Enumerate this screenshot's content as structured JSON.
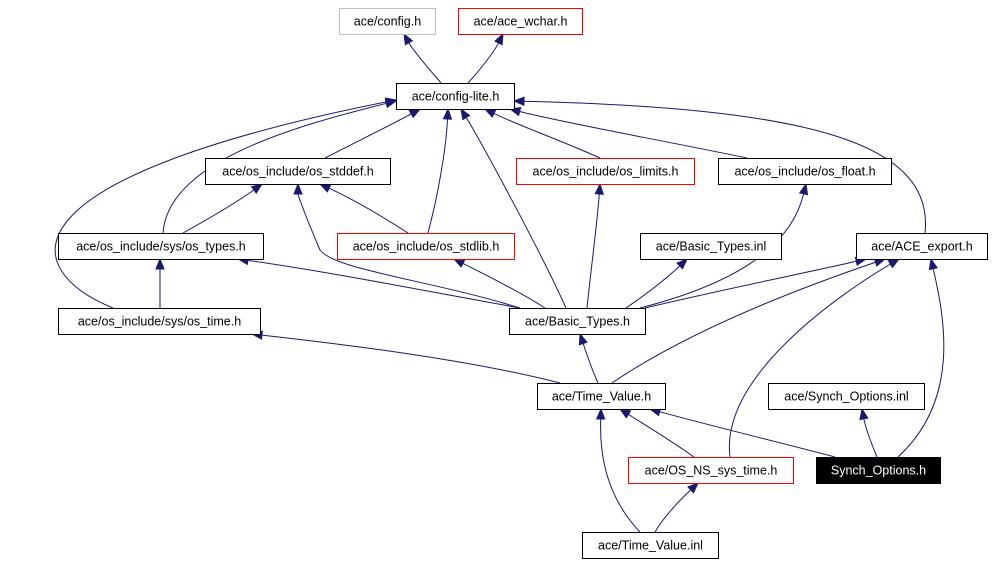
{
  "colors": {
    "edge": "#191970",
    "border_documented": "#000000",
    "border_undocumented": "#ff0000",
    "border_external": "#bfbfbf",
    "highlight_fill": "#000000",
    "highlight_text": "#ffffff"
  },
  "nodes": [
    {
      "id": "config",
      "label": "ace/config.h",
      "style": "external"
    },
    {
      "id": "wchar",
      "label": "ace/ace_wchar.h",
      "style": "undocumented"
    },
    {
      "id": "configlite",
      "label": "ace/config-lite.h",
      "style": "documented"
    },
    {
      "id": "stddef",
      "label": "ace/os_include/os_stddef.h",
      "style": "documented"
    },
    {
      "id": "limits",
      "label": "ace/os_include/os_limits.h",
      "style": "undocumented"
    },
    {
      "id": "float",
      "label": "ace/os_include/os_float.h",
      "style": "documented"
    },
    {
      "id": "systypes",
      "label": "ace/os_include/sys/os_types.h",
      "style": "documented"
    },
    {
      "id": "stdlib",
      "label": "ace/os_include/os_stdlib.h",
      "style": "undocumented"
    },
    {
      "id": "btinl",
      "label": "ace/Basic_Types.inl",
      "style": "documented"
    },
    {
      "id": "export",
      "label": "ace/ACE_export.h",
      "style": "documented"
    },
    {
      "id": "systime",
      "label": "ace/os_include/sys/os_time.h",
      "style": "documented"
    },
    {
      "id": "basictypes",
      "label": "ace/Basic_Types.h",
      "style": "documented"
    },
    {
      "id": "timevalue",
      "label": "ace/Time_Value.h",
      "style": "documented"
    },
    {
      "id": "synchinl",
      "label": "ace/Synch_Options.inl",
      "style": "documented"
    },
    {
      "id": "nssystime",
      "label": "ace/OS_NS_sys_time.h",
      "style": "undocumented"
    },
    {
      "id": "synch",
      "label": "Synch_Options.h",
      "style": "highlight"
    },
    {
      "id": "tvinl",
      "label": "ace/Time_Value.inl",
      "style": "documented"
    }
  ],
  "edges": [
    {
      "from": "configlite",
      "to": "config"
    },
    {
      "from": "configlite",
      "to": "wchar"
    },
    {
      "from": "stddef",
      "to": "configlite"
    },
    {
      "from": "limits",
      "to": "configlite"
    },
    {
      "from": "float",
      "to": "configlite"
    },
    {
      "from": "export",
      "to": "configlite"
    },
    {
      "from": "systypes",
      "to": "configlite"
    },
    {
      "from": "systypes",
      "to": "stddef"
    },
    {
      "from": "systime",
      "to": "configlite"
    },
    {
      "from": "systime",
      "to": "systypes"
    },
    {
      "from": "stdlib",
      "to": "configlite"
    },
    {
      "from": "stdlib",
      "to": "stddef"
    },
    {
      "from": "basictypes",
      "to": "configlite"
    },
    {
      "from": "basictypes",
      "to": "stddef"
    },
    {
      "from": "basictypes",
      "to": "limits"
    },
    {
      "from": "basictypes",
      "to": "float"
    },
    {
      "from": "basictypes",
      "to": "systypes"
    },
    {
      "from": "basictypes",
      "to": "stdlib"
    },
    {
      "from": "basictypes",
      "to": "btinl"
    },
    {
      "from": "basictypes",
      "to": "export"
    },
    {
      "from": "timevalue",
      "to": "systime"
    },
    {
      "from": "timevalue",
      "to": "basictypes"
    },
    {
      "from": "timevalue",
      "to": "export"
    },
    {
      "from": "nssystime",
      "to": "timevalue"
    },
    {
      "from": "nssystime",
      "to": "export"
    },
    {
      "from": "synch",
      "to": "timevalue"
    },
    {
      "from": "synch",
      "to": "synchinl"
    },
    {
      "from": "synch",
      "to": "export"
    },
    {
      "from": "tvinl",
      "to": "timevalue"
    },
    {
      "from": "tvinl",
      "to": "nssystime"
    }
  ]
}
